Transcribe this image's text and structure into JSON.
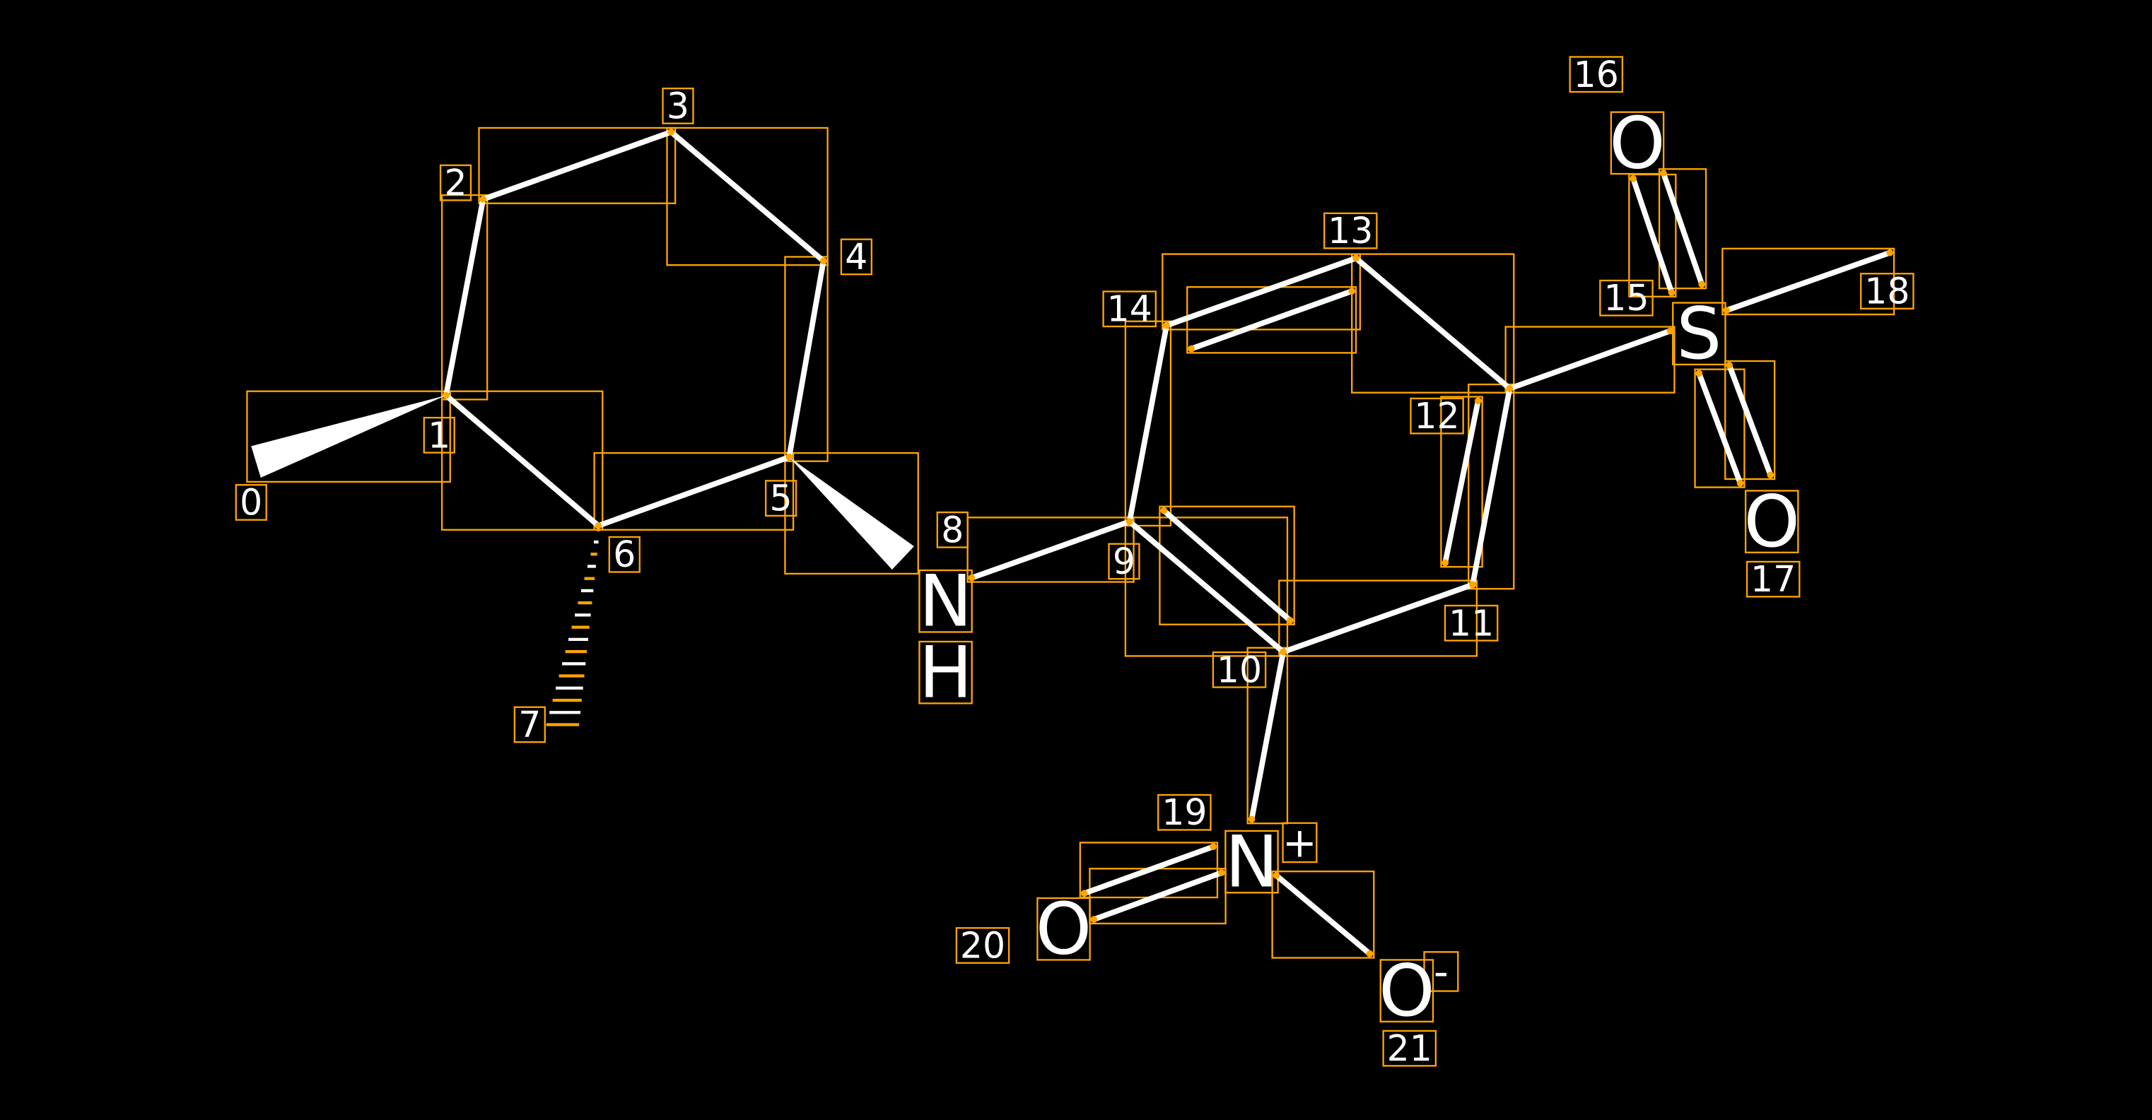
{
  "title": "Molecule depiction with atom indices",
  "colors": {
    "background": "#000000",
    "bond": "#ffffff",
    "box": "#ffa500",
    "text": "#ffffff"
  },
  "atoms": [
    {
      "index": "0",
      "symbol": ""
    },
    {
      "index": "1",
      "symbol": ""
    },
    {
      "index": "2",
      "symbol": ""
    },
    {
      "index": "3",
      "symbol": ""
    },
    {
      "index": "4",
      "symbol": ""
    },
    {
      "index": "5",
      "symbol": ""
    },
    {
      "index": "6",
      "symbol": ""
    },
    {
      "index": "7",
      "symbol": ""
    },
    {
      "index": "8",
      "symbol": "N",
      "hydrogen": "H"
    },
    {
      "index": "9",
      "symbol": ""
    },
    {
      "index": "10",
      "symbol": ""
    },
    {
      "index": "11",
      "symbol": ""
    },
    {
      "index": "12",
      "symbol": ""
    },
    {
      "index": "13",
      "symbol": ""
    },
    {
      "index": "14",
      "symbol": ""
    },
    {
      "index": "15",
      "symbol": "S"
    },
    {
      "index": "16",
      "symbol": "O"
    },
    {
      "index": "17",
      "symbol": "O"
    },
    {
      "index": "18",
      "symbol": ""
    },
    {
      "index": "19",
      "symbol": "N",
      "charge": "+"
    },
    {
      "index": "20",
      "symbol": "O"
    },
    {
      "index": "21",
      "symbol": "O",
      "charge": "-"
    }
  ]
}
